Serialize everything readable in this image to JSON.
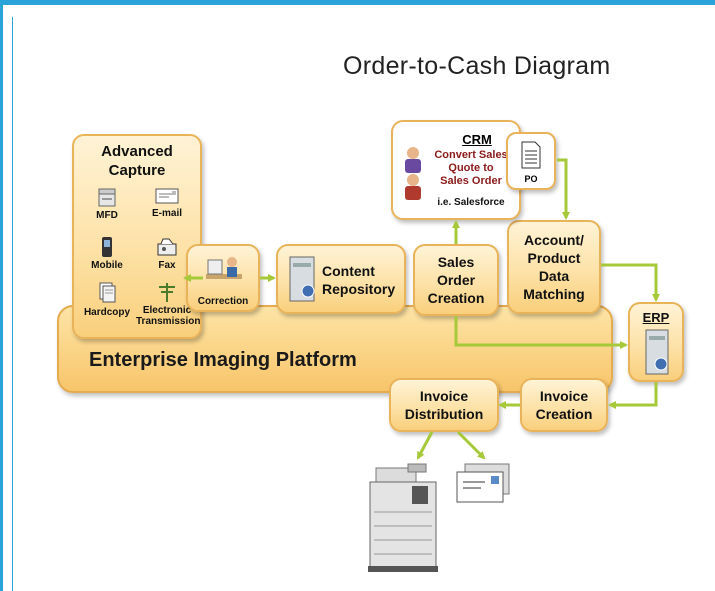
{
  "title": "Order-to-Cash Diagram",
  "platform": {
    "label": "Enterprise Imaging Platform"
  },
  "capture": {
    "title_line1": "Advanced",
    "title_line2": "Capture",
    "items": [
      {
        "label": "MFD",
        "icon": "mfd-icon"
      },
      {
        "label": "E-mail",
        "icon": "email-icon"
      },
      {
        "label": "Mobile",
        "icon": "mobile-icon"
      },
      {
        "label": "Fax",
        "icon": "fax-icon"
      },
      {
        "label": "Hardcopy",
        "icon": "hardcopy-icon"
      },
      {
        "label": "Electronic Transmission",
        "icon": "transmission-icon"
      }
    ]
  },
  "correction": {
    "label": "Correction"
  },
  "content_repository": {
    "line1": "Content",
    "line2": "Repository"
  },
  "sales_order": {
    "line1": "Sales",
    "line2": "Order",
    "line3": "Creation"
  },
  "account_matching": {
    "line1": "Account/",
    "line2": "Product",
    "line3": "Data",
    "line4": "Matching"
  },
  "crm": {
    "title": "CRM",
    "line1": "Convert Sales",
    "line2": "Quote to",
    "line3": "Sales Order",
    "sub": "i.e. Salesforce"
  },
  "po": {
    "label": "PO"
  },
  "erp": {
    "label": "ERP"
  },
  "invoice_distribution": {
    "line1": "Invoice",
    "line2": "Distribution"
  },
  "invoice_creation": {
    "line1": "Invoice",
    "line2": "Creation"
  },
  "colors": {
    "accent": "#2aa3d8",
    "arrow": "#a6c93a",
    "box_fill": "#fde2a8",
    "box_border": "#e9b35a",
    "crm_text": "#8b1a1a"
  }
}
